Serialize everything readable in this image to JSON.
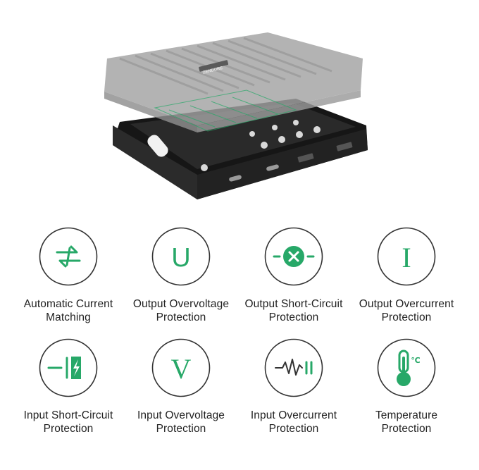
{
  "colors": {
    "accent": "#27a868",
    "ring": "#333333",
    "text": "#222222",
    "device_body": "#1c1c1c",
    "device_lid": "#a3a3a3"
  },
  "product": {
    "logo_text": "ZENDURE"
  },
  "features": [
    {
      "icon": "current-matching-arrows-icon",
      "line1": "Automatic Current",
      "line2": "Matching"
    },
    {
      "icon": "output-voltage-u-icon",
      "line1": "Output Overvoltage",
      "line2": "Protection"
    },
    {
      "icon": "output-short-circuit-icon",
      "line1": "Output Short-Circuit",
      "line2": "Protection"
    },
    {
      "icon": "output-current-i-icon",
      "line1": "Output Overcurrent",
      "line2": "Protection"
    },
    {
      "icon": "input-short-circuit-bolt-icon",
      "line1": "Input Short-Circuit",
      "line2": "Protection"
    },
    {
      "icon": "input-voltage-v-icon",
      "line1": "Input Overvoltage",
      "line2": "Protection"
    },
    {
      "icon": "input-current-wave-icon",
      "line1": "Input Overcurrent",
      "line2": "Protection"
    },
    {
      "icon": "thermometer-icon",
      "line1": "Temperature",
      "line2": "Protection"
    }
  ],
  "icon_glyphs": {
    "u": "U",
    "i": "I",
    "v": "V",
    "celsius": "℃"
  }
}
